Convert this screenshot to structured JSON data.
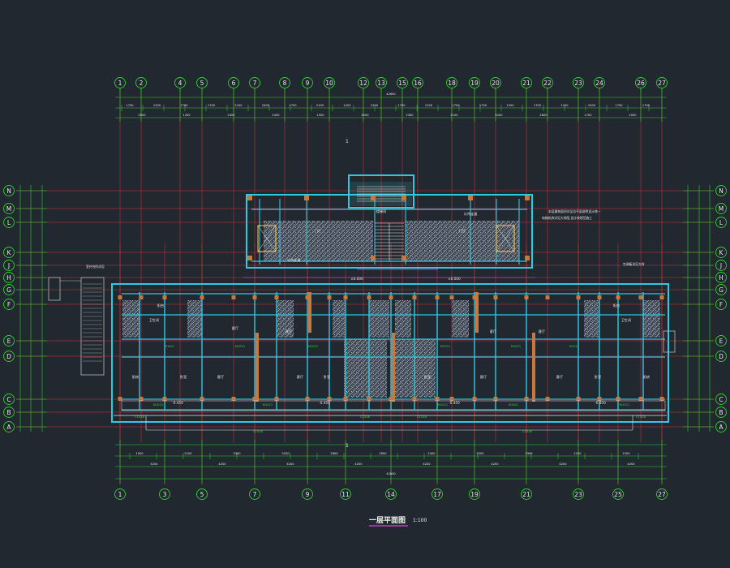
{
  "drawing": {
    "title": "一层平面图",
    "scale": "1:100",
    "colors": {
      "background": "#212830",
      "axis": "#e0303a",
      "dimension": "#2ed12e",
      "wall": "#31c8e0",
      "column": "#c8783a",
      "hatch": "#9aa0a8",
      "text": "#e6e6e6",
      "magenta": "#e040e0"
    }
  },
  "grid": {
    "top_axes": [
      "1",
      "2",
      "4",
      "5",
      "6",
      "7",
      "8",
      "9",
      "10",
      "12",
      "13",
      "15",
      "16",
      "18",
      "19",
      "20",
      "21",
      "22",
      "23",
      "24",
      "26",
      "27"
    ],
    "bottom_axes": [
      "1",
      "3",
      "5",
      "7",
      "9",
      "11",
      "14",
      "17",
      "19",
      "21",
      "23",
      "25",
      "27"
    ],
    "left_axes": [
      "N",
      "M",
      "L",
      "K",
      "J",
      "H",
      "G",
      "F",
      "E",
      "D",
      "C",
      "B",
      "A"
    ],
    "right_axes": [
      "N",
      "M",
      "L",
      "K",
      "J",
      "H",
      "G",
      "F",
      "E",
      "D",
      "C",
      "B",
      "A"
    ]
  },
  "dimensions": {
    "total_top": "42600",
    "total_bottom": "42600",
    "top_row1": [
      "1700",
      "1200",
      "1700",
      "1700",
      "2100",
      "2400",
      "1700",
      "2100",
      "1200",
      "2200",
      "1700",
      "1200",
      "1700",
      "1700",
      "1200",
      "1700",
      "1100",
      "2400",
      "1700",
      "1700"
    ],
    "top_row2": [
      "2000",
      "1200",
      "2400",
      "2400",
      "1500",
      "4200",
      "2300",
      "2100",
      "4200",
      "2600",
      "1700",
      "2000"
    ],
    "bottom_row1": [
      "1500",
      "2100",
      "3300",
      "3200",
      "2800",
      "2800",
      "2400",
      "3200",
      "3300",
      "2100",
      "1500"
    ],
    "bottom_row2": [
      "4200",
      "4200",
      "4200",
      "4200",
      "4200",
      "4200",
      "4200",
      "4200"
    ]
  },
  "rooms": {
    "bedroom": "卧室",
    "living": "客厅",
    "kitchen": "厨房",
    "bath": "卫生间",
    "balcony": "阳台",
    "stair": "楼梯间",
    "lobby": "门厅",
    "shop": "商铺",
    "public": "公共走道"
  },
  "notes": {
    "section_mark": "1",
    "note_top_right": "本层建筑面积详见总平面说明设计统一",
    "note_top_right2": "电梯机房详见大样图,设计按规范施工",
    "note_right": "空调板详见大样",
    "note_left": "室外台阶详见",
    "door_tag": "M1021",
    "window_tag": "C1518",
    "elev": "±0.000",
    "elev_low": "-0.450"
  }
}
